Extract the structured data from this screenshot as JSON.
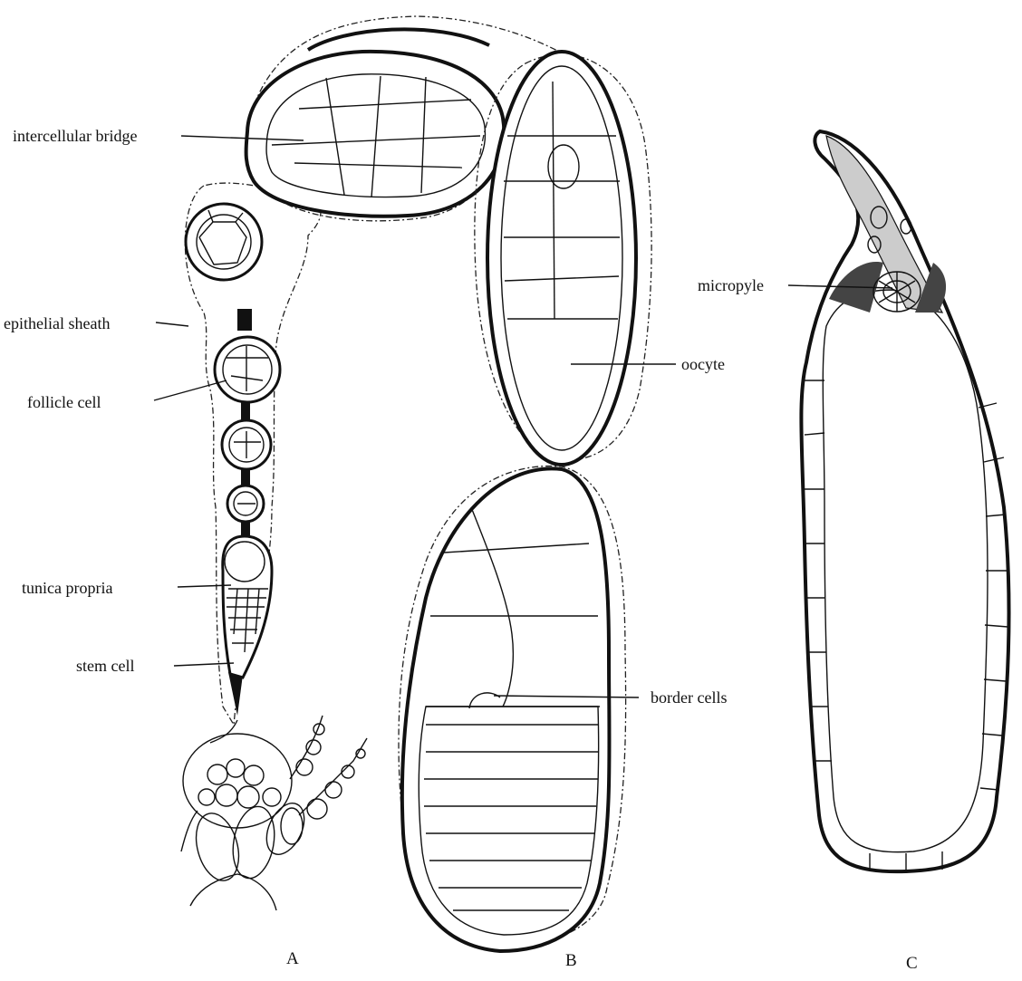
{
  "labels": {
    "intercellular_bridge": "intercellular bridge",
    "epithelial_sheath": "epithelial sheath",
    "follicle_cell": "follicle cell",
    "tunica_propria": "tunica propria",
    "stem_cell": "stem cell",
    "oocyte": "oocyte",
    "border_cells": "border cells",
    "micropyle": "micropyle"
  },
  "panels": {
    "a": "A",
    "b": "B",
    "c": "C"
  },
  "colors": {
    "ink": "#111111",
    "paper": "#ffffff"
  }
}
